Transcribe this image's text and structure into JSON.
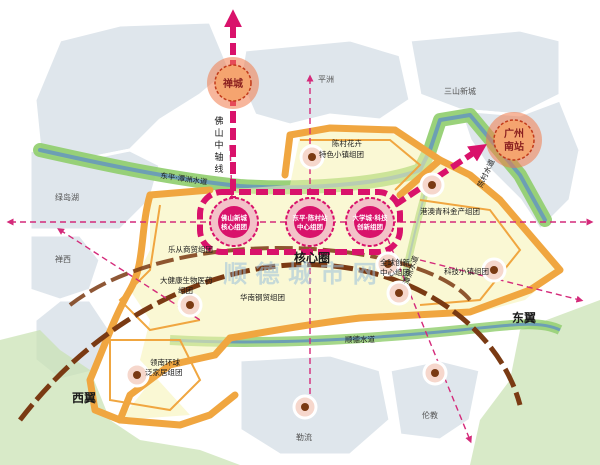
{
  "colors": {
    "district_fill": "#dfe6ec",
    "district_stroke": "#ffffff",
    "green_belt": "#8fcd6c",
    "green_belt_edge": "#5b9b3e",
    "river": "#6d9fb4",
    "urban_fill": "#f5f2b0",
    "urban_stroke": "#f0a640",
    "core_magenta": "#d9126b",
    "arc_brown": "#7a3a13",
    "axis_pink": "#d42a7a",
    "node_fill": "#f6d7cc",
    "node_ring": "#ffffff"
  },
  "districts": {
    "pingzhou": "平洲",
    "sanshan": "三山新城",
    "lvdaohu": "绿岛湖",
    "chanxi": "禅西",
    "lecong": "勒流",
    "lunjiao": "伦教"
  },
  "hubs": {
    "chancheng": "禅城",
    "guangzhou_line1": "广州",
    "guangzhou_line2": "南站"
  },
  "axis_label": [
    "佛",
    "山",
    "中",
    "轴",
    "线"
  ],
  "waterways": {
    "north": "东平·潭洲水道",
    "east": "陈村水道",
    "middle": "潭洲水道",
    "south": "顺德水道"
  },
  "core": {
    "label": "核心圈",
    "nodes": [
      {
        "line1": "佛山新城",
        "line2": "核心组团"
      },
      {
        "line1": "东平·陈村站",
        "line2": "中心组团"
      },
      {
        "line1": "大学城·科技",
        "line2": "创新组团"
      }
    ]
  },
  "clusters": {
    "chencun": [
      "陈村花卉",
      "特色小镇组团"
    ],
    "gangao": "港澳青科金产组团",
    "lecong_trade": "乐从商贸组团",
    "quanjian": [
      "全球创新",
      "中心组团"
    ],
    "keji": "科技小镇组团",
    "dajiankang": [
      "大健康生物医药",
      "组团"
    ],
    "huanan": "华南钢贸组团",
    "lingnan": [
      "领南环球",
      "泛家居组团"
    ]
  },
  "wings": {
    "west": "西翼",
    "east": "东翼"
  },
  "watermark": "顺 德 城 市 网"
}
